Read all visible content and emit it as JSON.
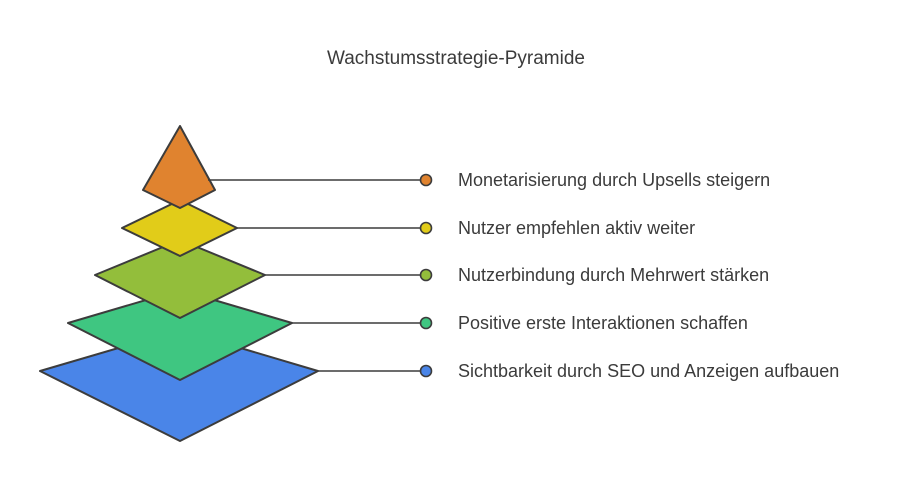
{
  "title": "Wachstumsstrategie-Pyramide",
  "layers": [
    {
      "label": "Monetarisierung durch Upsells steigern",
      "color": "#E0832F",
      "dot_color": "#E0832F"
    },
    {
      "label": "Nutzer empfehlen aktiv weiter",
      "color": "#E1CC19",
      "dot_color": "#E1CC19"
    },
    {
      "label": "Nutzerbindung durch Mehrwert stärken",
      "color": "#93BE3B",
      "dot_color": "#93BE3B"
    },
    {
      "label": "Positive erste Interaktionen schaffen",
      "color": "#3FC681",
      "dot_color": "#3FC681"
    },
    {
      "label": "Sichtbarkeit durch SEO und Anzeigen aufbauen",
      "color": "#4A85E8",
      "dot_color": "#4A85E8"
    }
  ],
  "stroke_color": "#3c3c3c",
  "label_color": "#3b3b3b"
}
